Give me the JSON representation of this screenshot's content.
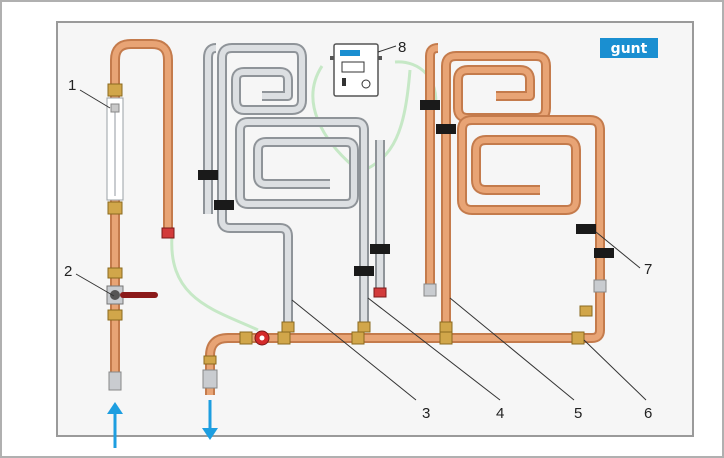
{
  "logo": {
    "text": "gunt"
  },
  "callouts": [
    {
      "label": "1",
      "target": "flow-meter"
    },
    {
      "label": "2",
      "target": "ball-valve"
    },
    {
      "label": "3",
      "target": "galvanised-steel-pipe-section"
    },
    {
      "label": "4",
      "target": "stainless-steel-pipe-section"
    },
    {
      "label": "5",
      "target": "copper-pipe-section-large-loops"
    },
    {
      "label": "6",
      "target": "main-supply-manifold"
    },
    {
      "label": "7",
      "target": "pressure-measuring-points"
    },
    {
      "label": "8",
      "target": "differential-pressure-meter"
    }
  ],
  "flow_arrows": [
    {
      "direction": "inlet-up"
    },
    {
      "direction": "outlet-down"
    }
  ],
  "colors": {
    "copper": "#d98f5c",
    "steel": "#c9ccd0",
    "hose": "#c6e8c6",
    "frame": "#9a9a9a",
    "board": "#f6f6f6",
    "arrow": "#1d9ee0",
    "valve_handle": "#8b1a1a",
    "logo": "#1a8fd1"
  }
}
